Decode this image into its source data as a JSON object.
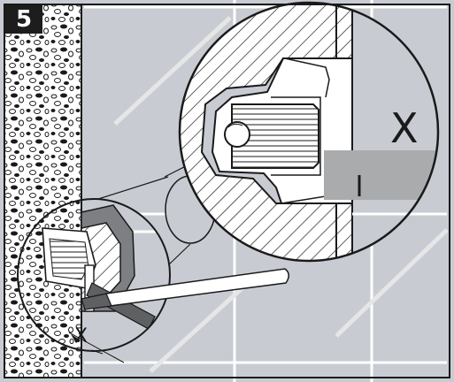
{
  "step": {
    "number": "5"
  },
  "detail": {
    "dimension_label": "X"
  },
  "overview": {
    "dimension_label": "X"
  },
  "colors": {
    "wall_tile": "#c8ccd2",
    "grout": "#ffffff",
    "outline": "#1a1a1a",
    "highlight_bar": "#a9abad",
    "watermark": "#e6e6e6",
    "badge_bg": "#1d1d1d"
  },
  "icons": {
    "step_badge": "step-number-badge",
    "tool": "flat-screwdriver"
  }
}
